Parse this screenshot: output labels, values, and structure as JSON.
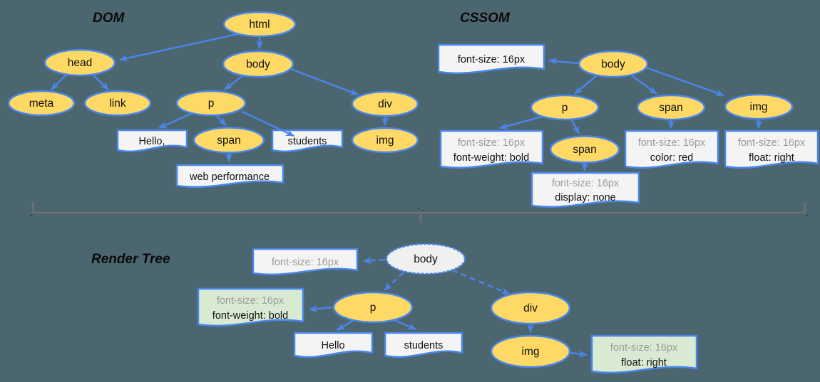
{
  "sections": {
    "dom": {
      "title": "DOM",
      "nodes": {
        "html": "html",
        "head": "head",
        "body": "body",
        "meta": "meta",
        "link": "link",
        "p": "p",
        "div": "div",
        "span": "span",
        "img": "img"
      },
      "text_nodes": {
        "hello": "Hello,",
        "students": "students",
        "web_performance": "web performance"
      }
    },
    "cssom": {
      "title": "CSSOM",
      "nodes": {
        "body": "body",
        "p": "p",
        "span": "span",
        "span_child": "span",
        "img": "img"
      },
      "rules": {
        "body": [
          "font-size: 16px"
        ],
        "p": [
          "font-size: 16px",
          "font-weight: bold"
        ],
        "span": [
          "font-size: 16px",
          "color: red"
        ],
        "span_child": [
          "font-size: 16px",
          "display: none"
        ],
        "img": [
          "font-size: 16px",
          "float: right"
        ]
      }
    },
    "render": {
      "title": "Render Tree",
      "nodes": {
        "body": "body",
        "p": "p",
        "div": "div",
        "img": "img"
      },
      "rules": {
        "body": [
          "font-size: 16px"
        ],
        "p": [
          "font-size: 16px",
          "font-weight: bold"
        ],
        "img": [
          "font-size: 16px",
          "float: right"
        ]
      },
      "text_nodes": {
        "hello": "Hello",
        "students": "students"
      }
    }
  },
  "colors": {
    "background": "#4C6670",
    "node_fill": "#FFD966",
    "outline_blue": "#4A86E8",
    "doc_fill": "#F4F4F4",
    "computed_green_fill": "#D9EAD3",
    "render_body_fill": "#F0F0F0",
    "inherited_rule_text": "#9B9B9B",
    "text": "#111111",
    "divider": "#707070"
  }
}
